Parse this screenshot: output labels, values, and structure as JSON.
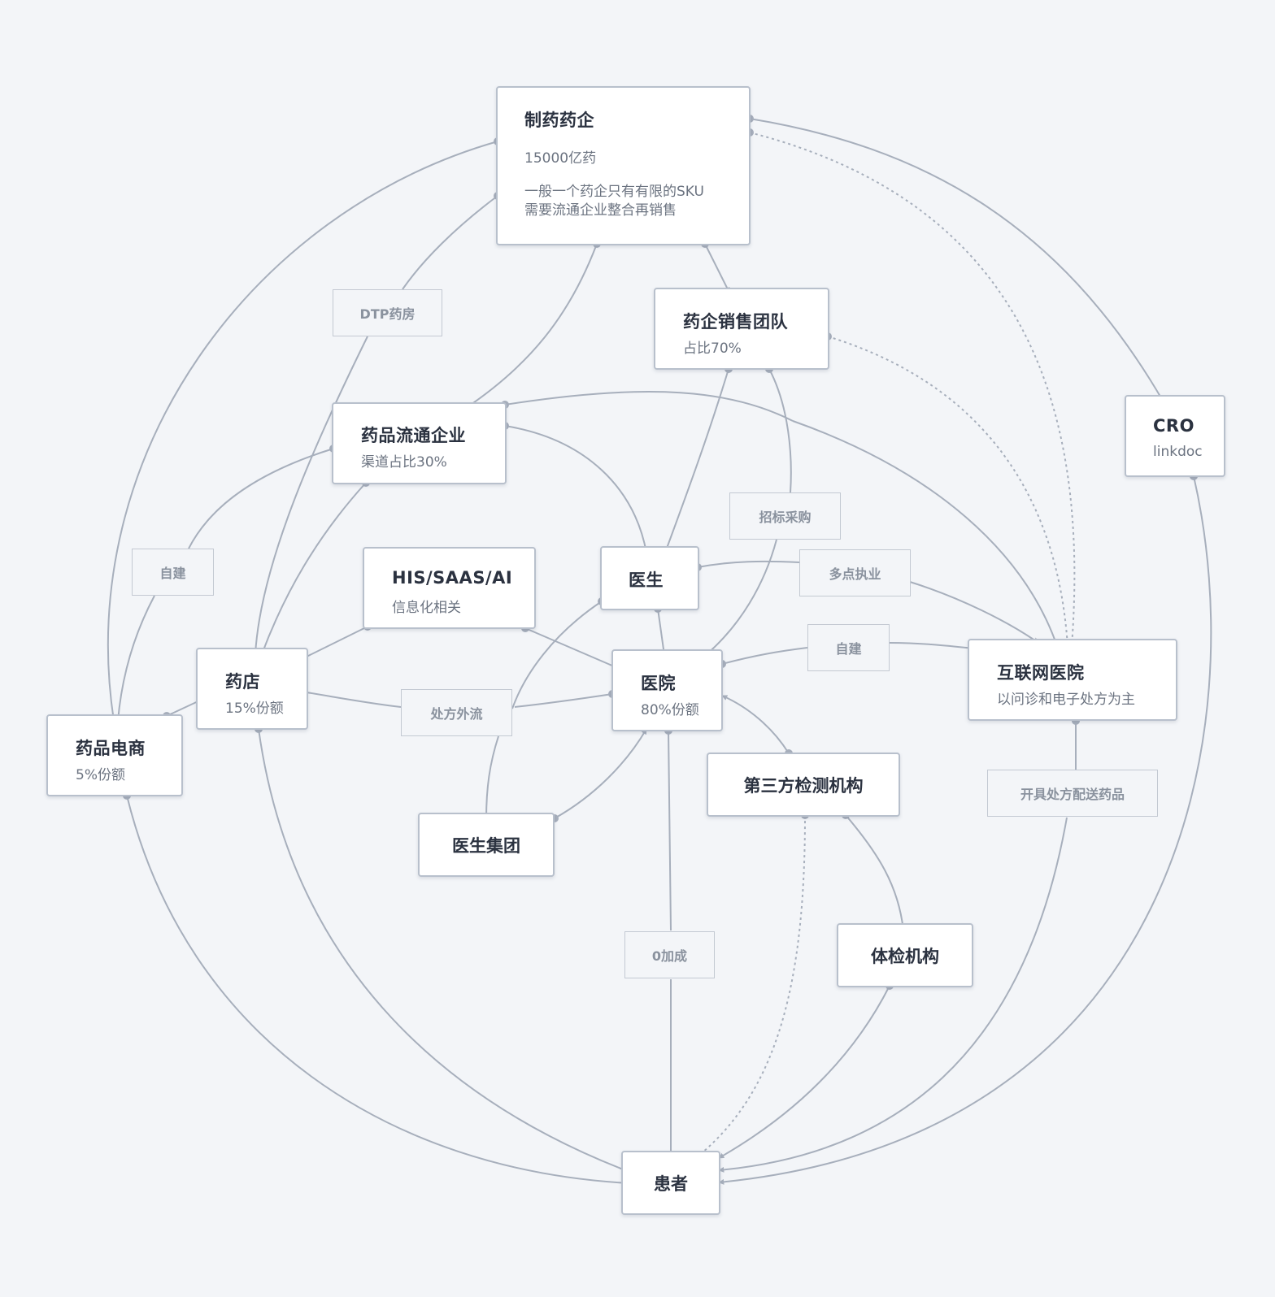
{
  "colors": {
    "background": "#f3f5f8",
    "node_border": "#b8c0cc",
    "edge": "#a7afbc",
    "title_text": "#2b3240",
    "sub_text": "#6b7380"
  },
  "nodes": {
    "pharma": {
      "title": "制药药企",
      "line1": "15000亿药",
      "line2": "一般一个药企只有有限的SKU",
      "line3": "需要流通企业整合再销售"
    },
    "sales_team": {
      "title": "药企销售团队",
      "sub": "占比70%"
    },
    "distributor": {
      "title": "药品流通企业",
      "sub": "渠道占比30%"
    },
    "cro": {
      "title": "CRO",
      "sub": "linkdoc"
    },
    "his": {
      "title": "HIS/SAAS/AI",
      "sub": "信息化相关"
    },
    "doctor": {
      "title": "医生"
    },
    "pharmacy": {
      "title": "药店",
      "sub": "15%份额"
    },
    "hospital": {
      "title": "医院",
      "sub": "80%份额"
    },
    "internet_hospital": {
      "title": "互联网医院",
      "sub": "以问诊和电子处方为主"
    },
    "ecommerce": {
      "title": "药品电商",
      "sub": "5%份额"
    },
    "third_party_lab": {
      "title": "第三方检测机构"
    },
    "doctor_group": {
      "title": "医生集团"
    },
    "checkup": {
      "title": "体检机构"
    },
    "patient": {
      "title": "患者"
    }
  },
  "edge_labels": {
    "dtp": "DTP药房",
    "bidding": "招标采购",
    "self_build_left": "自建",
    "multi_practice": "多点执业",
    "self_build_right": "自建",
    "prescription_outflow": "处方外流",
    "prescribe_deliver": "开具处方配送药品",
    "zero_markup": "0加成"
  }
}
